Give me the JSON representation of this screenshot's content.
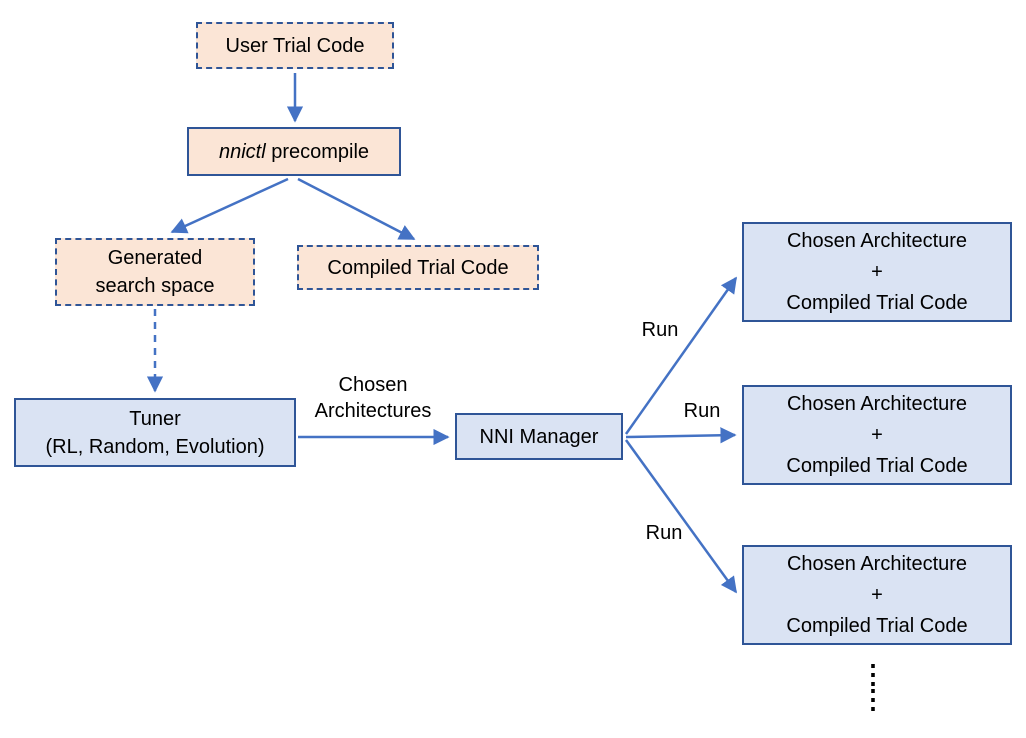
{
  "diagram": {
    "colors": {
      "box_fill_peach": "#fbe5d6",
      "box_fill_blue": "#dae3f3",
      "border_blue": "#2f5597",
      "arrow_blue": "#4472c4",
      "text": "#000000"
    },
    "nodes": {
      "user_trial_code": {
        "label": "User Trial Code"
      },
      "nnictl_precompile": {
        "italic_part": "nnictl",
        "regular_part": " precompile"
      },
      "generated_search_space": {
        "line1": "Generated",
        "line2": "search space"
      },
      "compiled_trial_code": {
        "label": "Compiled Trial Code"
      },
      "tuner": {
        "line1": "Tuner",
        "line2": "(RL, Random, Evolution)"
      },
      "nni_manager": {
        "label": "NNI Manager"
      }
    },
    "trial_boxes": [
      {
        "line1": "Chosen Architecture",
        "line2": "+",
        "line3": "Compiled Trial Code"
      },
      {
        "line1": "Chosen Architecture",
        "line2": "+",
        "line3": "Compiled Trial Code"
      },
      {
        "line1": "Chosen Architecture",
        "line2": "+",
        "line3": "Compiled Trial Code"
      }
    ],
    "edge_labels": {
      "chosen_architectures": "Chosen\nArchitectures",
      "run1": "Run",
      "run2": "Run",
      "run3": "Run"
    },
    "ellipsis": "⋮\n⋮"
  }
}
